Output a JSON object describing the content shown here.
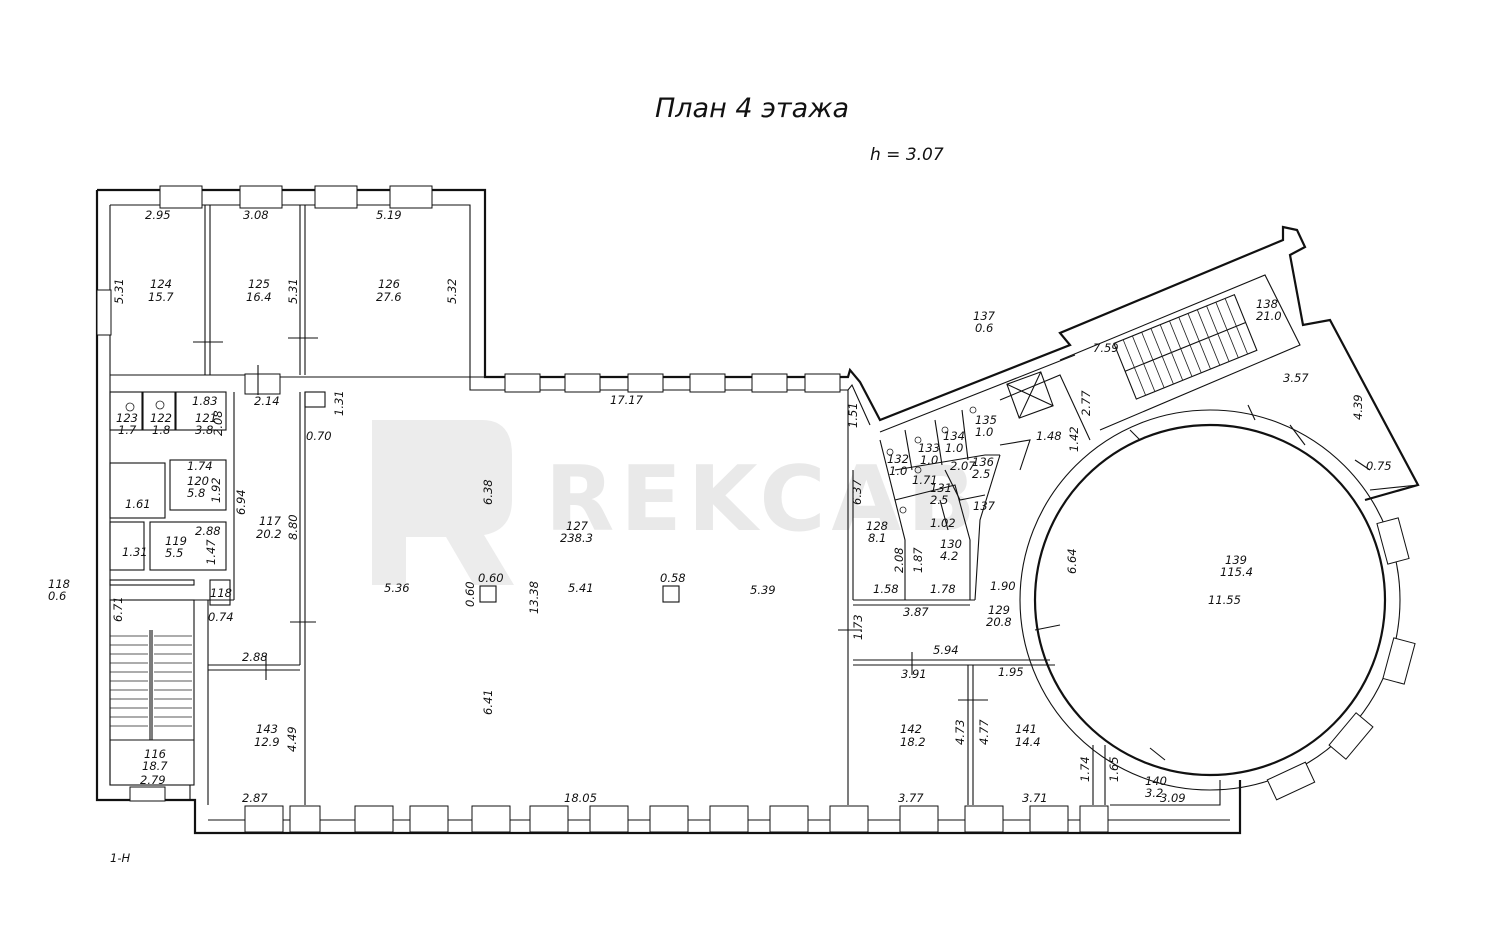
{
  "plan": {
    "title": "План 4 этажа",
    "height_label": "h = 3.07",
    "section_mark": "1-Н",
    "watermark": "REKCAB"
  },
  "rooms": [
    {
      "id": "r124",
      "number": "124",
      "area": "15.7"
    },
    {
      "id": "r125",
      "number": "125",
      "area": "16.4"
    },
    {
      "id": "r126",
      "number": "126",
      "area": "27.6"
    },
    {
      "id": "r123",
      "number": "123",
      "area": "1.7"
    },
    {
      "id": "r122",
      "number": "122",
      "area": "1.8"
    },
    {
      "id": "r121",
      "number": "121",
      "area": "3.8"
    },
    {
      "id": "r120",
      "number": "120",
      "area": "5.8"
    },
    {
      "id": "r119",
      "number": "119",
      "area": "5.5"
    },
    {
      "id": "r118a",
      "number": "118",
      "area": "0.6"
    },
    {
      "id": "r118b",
      "number": "118",
      "area": ""
    },
    {
      "id": "r117",
      "number": "117",
      "area": "20.2"
    },
    {
      "id": "r116",
      "number": "116",
      "area": "18.7"
    },
    {
      "id": "r143",
      "number": "143",
      "area": "12.9"
    },
    {
      "id": "r127",
      "number": "127",
      "area": "238.3"
    },
    {
      "id": "r128",
      "number": "128",
      "area": "8.1"
    },
    {
      "id": "r129",
      "number": "129",
      "area": "20.8"
    },
    {
      "id": "r130",
      "number": "130",
      "area": "4.2"
    },
    {
      "id": "r131",
      "number": "131",
      "area": "2.5"
    },
    {
      "id": "r132",
      "number": "132",
      "area": "1.0"
    },
    {
      "id": "r133",
      "number": "133",
      "area": "1.0"
    },
    {
      "id": "r134",
      "number": "134",
      "area": "1.0"
    },
    {
      "id": "r135",
      "number": "135",
      "area": "1.0"
    },
    {
      "id": "r136",
      "number": "136",
      "area": "2.5"
    },
    {
      "id": "r137a",
      "number": "137",
      "area": "0.6"
    },
    {
      "id": "r137b",
      "number": "137",
      "area": ""
    },
    {
      "id": "r138",
      "number": "138",
      "area": "21.0"
    },
    {
      "id": "r139",
      "number": "139",
      "area": "115.4"
    },
    {
      "id": "r140",
      "number": "140",
      "area": "3.2"
    },
    {
      "id": "r141",
      "number": "141",
      "area": "14.4"
    },
    {
      "id": "r142",
      "number": "142",
      "area": "18.2"
    }
  ],
  "dimensions": [
    "2.95",
    "3.08",
    "5.19",
    "5.31",
    "5.31",
    "5.32",
    "1.83",
    "2.08",
    "1.74",
    "1.92",
    "1.61",
    "6.94",
    "2.88",
    "1.47",
    "1.31",
    "0.74",
    "6.71",
    "2.79",
    "2.14",
    "8.80",
    "2.88",
    "4.49",
    "2.87",
    "1.31",
    "0.70",
    "17.17",
    "6.38",
    "0.60",
    "0.60",
    "13.38",
    "5.36",
    "5.41",
    "0.58",
    "5.39",
    "6.41",
    "18.05",
    "1.51",
    "6.37",
    "1.73",
    "2.08",
    "1.58",
    "1.87",
    "1.78",
    "3.87",
    "1.90",
    "1.71",
    "1.02",
    "2.07",
    "5.94",
    "3.91",
    "1.95",
    "4.73",
    "4.77",
    "3.77",
    "3.71",
    "1.74",
    "1.65",
    "3.09",
    "7.59",
    "2.77",
    "1.48",
    "1.42",
    "3.57",
    "4.39",
    "0.75",
    "6.64",
    "11.55"
  ]
}
